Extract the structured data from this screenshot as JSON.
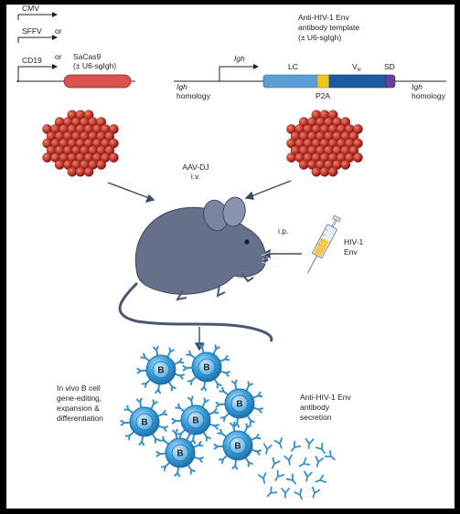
{
  "promoters": {
    "cmv": "CMV",
    "sffv": "SFFV",
    "cd19": "CD19",
    "or1": "or",
    "or2": "or"
  },
  "sacas9": {
    "line1": "SaCas9",
    "line2": "(± U6-sgIgh)"
  },
  "template": {
    "title1": "Anti-HIV-1 Env",
    "title2": "antibody template",
    "title3": "(± U6-sgIgh)",
    "igh_promoter": "Igh",
    "lc": "LC",
    "vh": "V",
    "vh_sub": "H",
    "sd": "SD",
    "p2a": "P2A",
    "left_hom1": "Igh",
    "left_hom2": "homology",
    "right_hom1": "Igh",
    "right_hom2": "homology"
  },
  "delivery": {
    "aav_line1": "AAV-DJ",
    "aav_line2": "i.v.",
    "ip": "i.p."
  },
  "env": {
    "line1": "HIV-1",
    "line2": "Env"
  },
  "bcell_label": [
    "In vivo B cell",
    "gene-editing,",
    "expansion &",
    "differentiation"
  ],
  "secretion_label": [
    "Anti-HIV-1 Env",
    "antibody",
    "secretion"
  ],
  "bcell_letter": "B",
  "colors": {
    "sacas9": "#d9534f",
    "lc": "#5aa0d6",
    "p2a": "#f0c419",
    "vh": "#1d5aa0",
    "sd": "#6a3e9a",
    "virion": "#c0392b",
    "mouse": "#66708a",
    "bcell": "#3aa0dd",
    "antibody": "#3a8fc6"
  }
}
